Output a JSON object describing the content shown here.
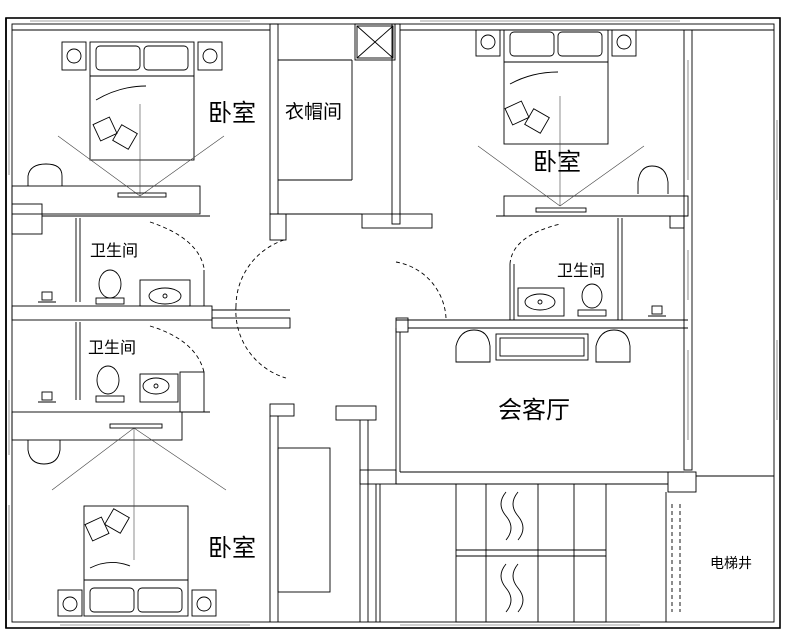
{
  "rooms": {
    "bedroom_nw": "卧室",
    "cloakroom": "衣帽间",
    "bedroom_ne": "卧室",
    "bathroom_nw": "卫生间",
    "bathroom_ne": "卫生间",
    "bathroom_sw": "卫生间",
    "living_room": "会客厅",
    "bedroom_sw": "卧室",
    "elevator_shaft": "电梯井"
  }
}
